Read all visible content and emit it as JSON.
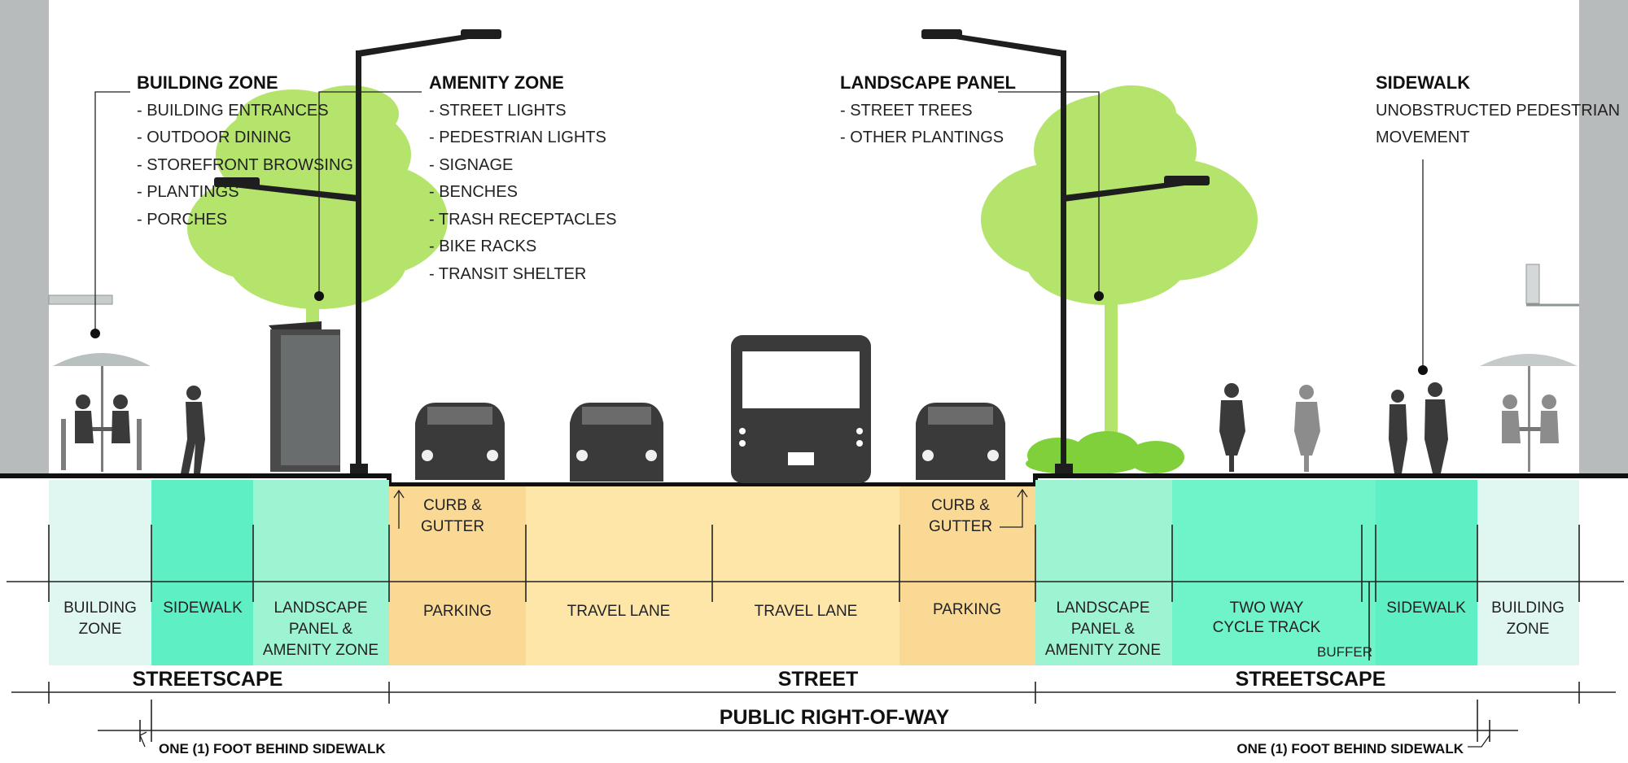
{
  "colors": {
    "building_zone": "#dff7f0",
    "sidewalk": "#5ef0c4",
    "landscape_amenity": "#9cf4d2",
    "curb_parking": "#fad994",
    "travel_lane": "#fde6a8",
    "cycle_track": "#6ff3c9",
    "tree": "#b5e46c",
    "wall": "#b7bbbb",
    "dark": "#333333"
  },
  "callouts": {
    "building_zone": {
      "heading": "BUILDING ZONE",
      "items": [
        "- BUILDING ENTRANCES",
        "- OUTDOOR DINING",
        "- STOREFRONT BROWSING",
        "- PLANTINGS",
        "- PORCHES"
      ]
    },
    "amenity_zone": {
      "heading": "AMENITY ZONE",
      "items": [
        "- STREET LIGHTS",
        "- PEDESTRIAN LIGHTS",
        "- SIGNAGE",
        "- BENCHES",
        "- TRASH RECEPTACLES",
        "- BIKE RACKS",
        "- TRANSIT SHELTER"
      ]
    },
    "landscape_panel": {
      "heading": "LANDSCAPE PANEL",
      "items": [
        "- STREET TREES",
        "- OTHER PLANTINGS"
      ]
    },
    "sidewalk": {
      "heading": "SIDEWALK",
      "items": [
        "UNOBSTRUCTED  PEDESTRIAN",
        "MOVEMENT"
      ]
    }
  },
  "zones": {
    "left_building_zone": [
      "BUILDING",
      "ZONE"
    ],
    "left_sidewalk": [
      "SIDEWALK"
    ],
    "left_landscape": [
      "LANDSCAPE",
      "PANEL &",
      "AMENITY ZONE"
    ],
    "left_parking": [
      "PARKING"
    ],
    "travel_lane_1": [
      "TRAVEL LANE"
    ],
    "travel_lane_2": [
      "TRAVEL LANE"
    ],
    "right_parking": [
      "PARKING"
    ],
    "right_landscape": [
      "LANDSCAPE",
      "PANEL &",
      "AMENITY ZONE"
    ],
    "cycle_track": [
      "TWO WAY",
      "CYCLE TRACK"
    ],
    "right_sidewalk": [
      "SIDEWALK"
    ],
    "right_building_zone": [
      "BUILDING",
      "ZONE"
    ]
  },
  "curb_gutter_left": [
    "CURB &",
    "GUTTER"
  ],
  "curb_gutter_right": [
    "CURB &",
    "GUTTER"
  ],
  "buffer": "BUFFER",
  "sections": {
    "streetscape_left": "STREETSCAPE",
    "street": "STREET",
    "streetscape_right": "STREETSCAPE",
    "public_row": "PUBLIC RIGHT-OF-WAY"
  },
  "notes": {
    "left_setback": "ONE (1) FOOT BEHIND SIDEWALK",
    "right_setback": "ONE (1) FOOT BEHIND SIDEWALK"
  }
}
